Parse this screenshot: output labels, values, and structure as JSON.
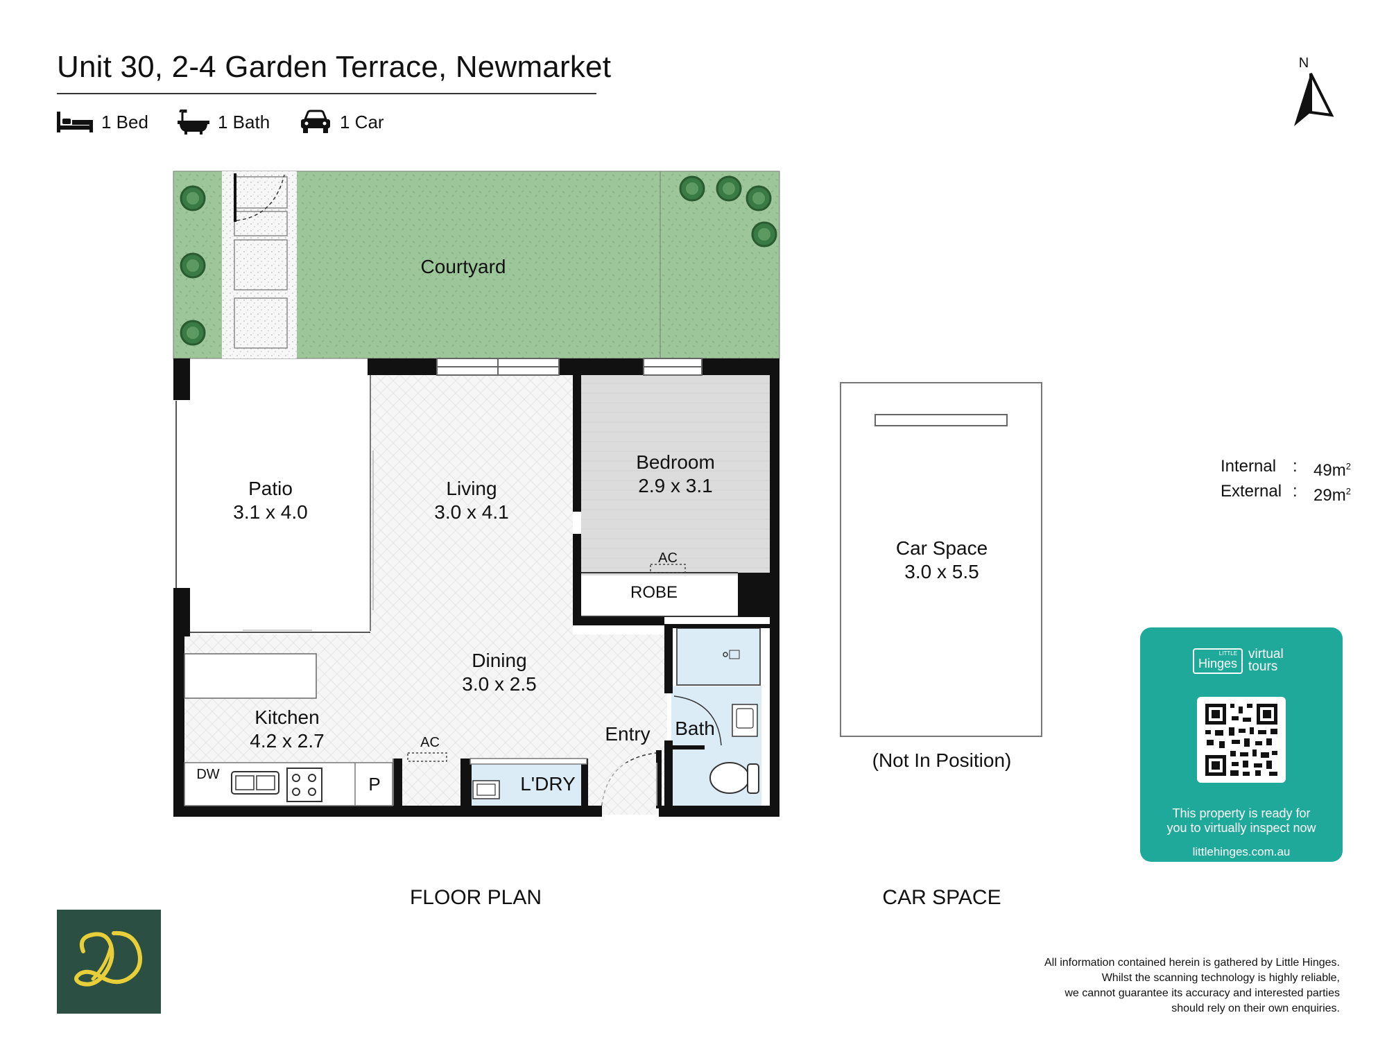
{
  "title": "Unit 30, 2-4 Garden Terrace, Newmarket",
  "features": [
    {
      "icon": "bed-icon",
      "label": "1 Bed"
    },
    {
      "icon": "bath-icon",
      "label": "1 Bath"
    },
    {
      "icon": "car-icon",
      "label": "1 Car"
    }
  ],
  "compass": {
    "label": "N"
  },
  "rooms": {
    "courtyard": {
      "name": "Courtyard"
    },
    "patio": {
      "name": "Patio",
      "size": "3.1 x 4.0"
    },
    "living": {
      "name": "Living",
      "size": "3.0 x 4.1"
    },
    "bedroom": {
      "name": "Bedroom",
      "size": "2.9 x 3.1"
    },
    "robe": {
      "name": "ROBE"
    },
    "dining": {
      "name": "Dining",
      "size": "3.0 x 2.5"
    },
    "kitchen": {
      "name": "Kitchen",
      "size": "4.2 x 2.7"
    },
    "entry": {
      "name": "Entry"
    },
    "bath": {
      "name": "Bath"
    },
    "laundry": {
      "name": "L'DRY"
    },
    "car_space": {
      "name": "Car Space",
      "size": "3.0 x 5.5",
      "note": "(Not In Position)"
    }
  },
  "fixtures": {
    "ac_bedroom": "AC",
    "ac_dining": "AC",
    "dishwasher": "DW",
    "pantry": "P"
  },
  "areas": [
    {
      "label": "Internal",
      "value": "49m",
      "unit_sup": "2"
    },
    {
      "label": "External",
      "value": "29m",
      "unit_sup": "2"
    }
  ],
  "captions": {
    "floor_plan": "FLOOR PLAN",
    "car_space": "CAR SPACE"
  },
  "virtual_tours": {
    "brand_little": "LITTLE",
    "brand_hinges": "Hinges",
    "brand_virtual": "virtual",
    "brand_tours": "tours",
    "note_line1": "This property is ready for",
    "note_line2": "you to virtually inspect now",
    "url": "littlehinges.com.au"
  },
  "disclaimer": [
    "All information contained herein is gathered by Little Hinges.",
    "Whilst the scanning technology is highly reliable,",
    "we cannot guarantee its accuracy and interested parties",
    "should rely on their own enquiries."
  ],
  "colors": {
    "courtyard": "#9dc79a",
    "floor": "#f4f4f4",
    "bedroom": "#dcdcdc",
    "wet_area": "#dcecf7",
    "wall": "#111111",
    "tour_card": "#1fa99a",
    "logo_bg": "#2c4f44",
    "logo_gold": "#e8cf3a"
  }
}
